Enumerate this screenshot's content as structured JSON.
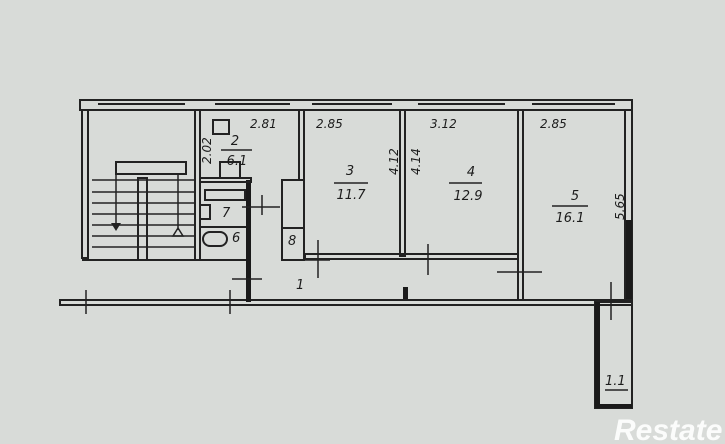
{
  "plan": {
    "rooms": [
      {
        "number": "1",
        "area": ""
      },
      {
        "number": "2",
        "area": "6.1"
      },
      {
        "number": "3",
        "area": "11.7"
      },
      {
        "number": "4",
        "area": "12.9"
      },
      {
        "number": "5",
        "area": "16.1"
      },
      {
        "number": "6",
        "area": ""
      },
      {
        "number": "7",
        "area": ""
      },
      {
        "number": "8",
        "area": ""
      }
    ],
    "balcony": {
      "area": "1.1"
    },
    "dimensions": {
      "room2_width": "2.81",
      "room2_depth": "2.02",
      "room3_width": "2.85",
      "room3_depth": "4.12",
      "room4_width": "3.12",
      "room4_depth": "4.14",
      "room5_width": "2.85",
      "room5_depth": "5.65"
    }
  },
  "watermark": "Restate",
  "colors": {
    "background": "#d8dbd8",
    "lines": "#222222"
  }
}
